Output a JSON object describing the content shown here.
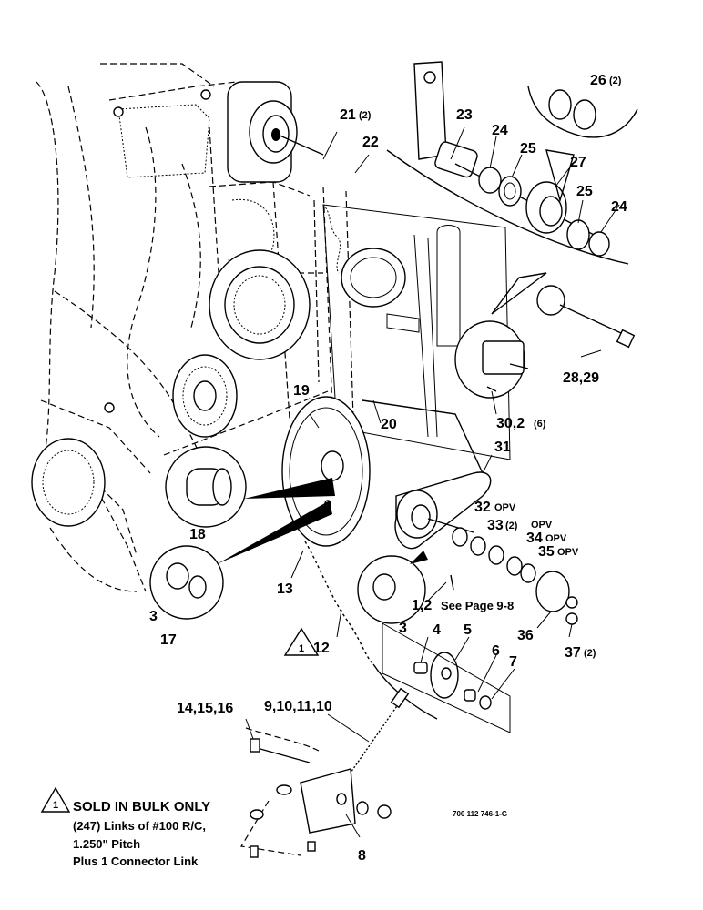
{
  "callouts": {
    "c21": "21",
    "c21q": "(2)",
    "c22": "22",
    "c23": "23",
    "c24a": "24",
    "c25a": "25",
    "c26": "26",
    "c26q": "(2)",
    "c27": "27",
    "c25b": "25",
    "c24b": "24",
    "c28": "28,29",
    "c30": "30,2",
    "c30q": "(6)",
    "c19": "19",
    "c20": "20",
    "c31": "31",
    "c18": "18",
    "c32": "32",
    "c32o": "OPV",
    "c33": "33",
    "c33q": "(2)",
    "c33o": "OPV",
    "c34": "34",
    "c34o": "OPV",
    "c35": "35",
    "c35o": "OPV",
    "c13": "13",
    "c3a": "3",
    "c17": "17",
    "c12": "12",
    "c12tri": "1",
    "c12note": "1,2",
    "seepage": "See Page 9-8",
    "c3b": "3",
    "c4": "4",
    "c5": "5",
    "c36": "36",
    "c37": "37",
    "c37q": "(2)",
    "c6": "6",
    "c7": "7",
    "c14": "14,15,16",
    "c9": "9,10,11,10",
    "c8": "8"
  },
  "note": {
    "triangle": "1",
    "title": "SOLD IN BULK ONLY",
    "line1": "(247) Links of #100 R/C,",
    "line2": "1.250\" Pitch",
    "line3": "Plus 1 Connector Link"
  },
  "figure_code": "700 112 746-1-G"
}
